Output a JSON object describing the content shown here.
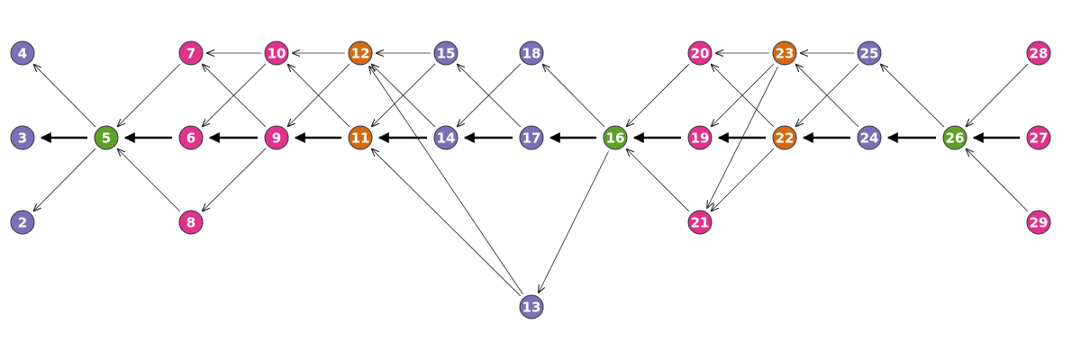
{
  "diagram": {
    "colors": {
      "purple": "#7b70b4",
      "pink": "#e0338b",
      "orange": "#d46a12",
      "green": "#5fa02a"
    },
    "nodes": [
      {
        "id": "2",
        "label": "2",
        "color": "purple"
      },
      {
        "id": "3",
        "label": "3",
        "color": "purple"
      },
      {
        "id": "4",
        "label": "4",
        "color": "purple"
      },
      {
        "id": "5",
        "label": "5",
        "color": "green"
      },
      {
        "id": "6",
        "label": "6",
        "color": "pink"
      },
      {
        "id": "7",
        "label": "7",
        "color": "pink"
      },
      {
        "id": "8",
        "label": "8",
        "color": "pink"
      },
      {
        "id": "9",
        "label": "9",
        "color": "pink"
      },
      {
        "id": "10",
        "label": "10",
        "color": "pink"
      },
      {
        "id": "11",
        "label": "11",
        "color": "orange"
      },
      {
        "id": "12",
        "label": "12",
        "color": "orange"
      },
      {
        "id": "13",
        "label": "13",
        "color": "purple"
      },
      {
        "id": "14",
        "label": "14",
        "color": "purple"
      },
      {
        "id": "15",
        "label": "15",
        "color": "purple"
      },
      {
        "id": "16",
        "label": "16",
        "color": "green"
      },
      {
        "id": "17",
        "label": "17",
        "color": "purple"
      },
      {
        "id": "18",
        "label": "18",
        "color": "purple"
      },
      {
        "id": "19",
        "label": "19",
        "color": "pink"
      },
      {
        "id": "20",
        "label": "20",
        "color": "pink"
      },
      {
        "id": "21",
        "label": "21",
        "color": "pink"
      },
      {
        "id": "22",
        "label": "22",
        "color": "orange"
      },
      {
        "id": "23",
        "label": "23",
        "color": "orange"
      },
      {
        "id": "24",
        "label": "24",
        "color": "purple"
      },
      {
        "id": "25",
        "label": "25",
        "color": "purple"
      },
      {
        "id": "26",
        "label": "26",
        "color": "green"
      },
      {
        "id": "27",
        "label": "27",
        "color": "pink"
      },
      {
        "id": "28",
        "label": "28",
        "color": "pink"
      },
      {
        "id": "29",
        "label": "29",
        "color": "pink"
      }
    ],
    "edges": [
      {
        "from": "5",
        "to": "3",
        "bold": true
      },
      {
        "from": "6",
        "to": "5",
        "bold": true
      },
      {
        "from": "9",
        "to": "6",
        "bold": true
      },
      {
        "from": "11",
        "to": "9",
        "bold": true
      },
      {
        "from": "14",
        "to": "11",
        "bold": true
      },
      {
        "from": "17",
        "to": "14",
        "bold": true
      },
      {
        "from": "16",
        "to": "17",
        "bold": true
      },
      {
        "from": "19",
        "to": "16",
        "bold": true
      },
      {
        "from": "22",
        "to": "19",
        "bold": true
      },
      {
        "from": "24",
        "to": "22",
        "bold": true
      },
      {
        "from": "26",
        "to": "24",
        "bold": true
      },
      {
        "from": "27",
        "to": "26",
        "bold": true
      },
      {
        "from": "5",
        "to": "4",
        "bold": false
      },
      {
        "from": "5",
        "to": "2",
        "bold": false
      },
      {
        "from": "7",
        "to": "5",
        "bold": false
      },
      {
        "from": "8",
        "to": "5",
        "bold": false
      },
      {
        "from": "10",
        "to": "7",
        "bold": false
      },
      {
        "from": "10",
        "to": "6",
        "bold": false
      },
      {
        "from": "9",
        "to": "7",
        "bold": false
      },
      {
        "from": "9",
        "to": "8",
        "bold": false
      },
      {
        "from": "12",
        "to": "10",
        "bold": false
      },
      {
        "from": "12",
        "to": "9",
        "bold": false
      },
      {
        "from": "11",
        "to": "10",
        "bold": false
      },
      {
        "from": "15",
        "to": "12",
        "bold": false
      },
      {
        "from": "15",
        "to": "11",
        "bold": false
      },
      {
        "from": "14",
        "to": "12",
        "bold": false
      },
      {
        "from": "17",
        "to": "15",
        "bold": false
      },
      {
        "from": "18",
        "to": "14",
        "bold": false
      },
      {
        "from": "13",
        "to": "12",
        "bold": false
      },
      {
        "from": "13",
        "to": "11",
        "bold": false
      },
      {
        "from": "16",
        "to": "18",
        "bold": false
      },
      {
        "from": "16",
        "to": "13",
        "bold": false
      },
      {
        "from": "20",
        "to": "16",
        "bold": false
      },
      {
        "from": "21",
        "to": "16",
        "bold": false
      },
      {
        "from": "23",
        "to": "20",
        "bold": false
      },
      {
        "from": "23",
        "to": "19",
        "bold": false
      },
      {
        "from": "23",
        "to": "21",
        "bold": false
      },
      {
        "from": "22",
        "to": "20",
        "bold": false
      },
      {
        "from": "22",
        "to": "21",
        "bold": false
      },
      {
        "from": "25",
        "to": "23",
        "bold": false
      },
      {
        "from": "25",
        "to": "22",
        "bold": false
      },
      {
        "from": "24",
        "to": "23",
        "bold": false
      },
      {
        "from": "26",
        "to": "25",
        "bold": false
      },
      {
        "from": "28",
        "to": "26",
        "bold": false
      },
      {
        "from": "29",
        "to": "26",
        "bold": false
      }
    ]
  }
}
